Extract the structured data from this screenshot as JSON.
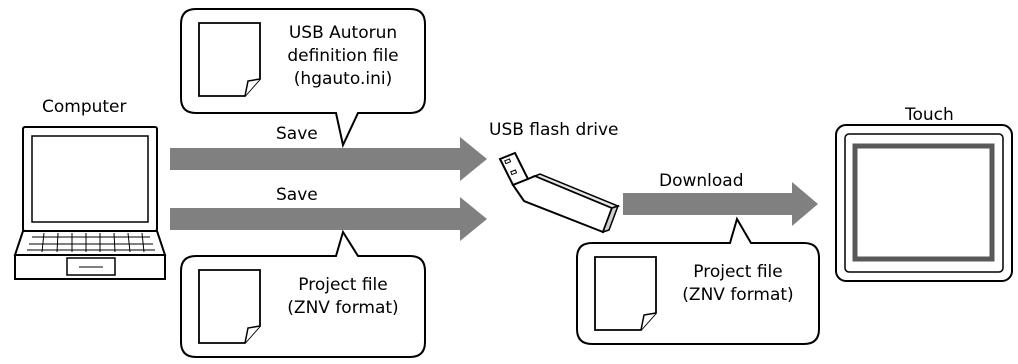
{
  "computer": {
    "label": "Computer"
  },
  "usb_drive": {
    "label": "USB flash drive"
  },
  "touch": {
    "label": "Touch"
  },
  "arrows": {
    "save_top": "Save",
    "save_bottom": "Save",
    "download": "Download"
  },
  "callouts": {
    "autorun": {
      "lines": [
        "USB Autorun",
        "definition file",
        "(hgauto.ini)"
      ]
    },
    "project_pc": {
      "lines": [
        "Project file",
        "(ZNV format)"
      ]
    },
    "project_touch": {
      "lines": [
        "Project file",
        "(ZNV format)"
      ]
    }
  },
  "colors": {
    "arrow": "#808080",
    "outline": "#000000",
    "background": "#ffffff"
  }
}
